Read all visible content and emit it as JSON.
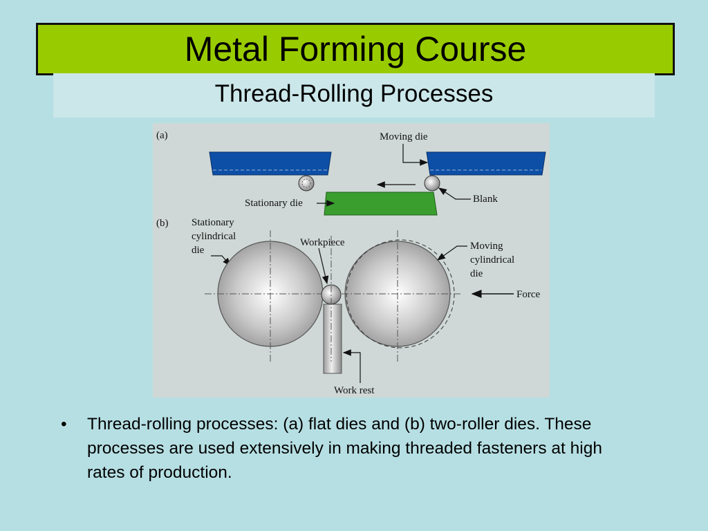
{
  "slide": {
    "title": "Metal Forming Course",
    "subtitle": "Thread-Rolling Processes"
  },
  "figure": {
    "part_a_label": "(a)",
    "part_b_label": "(b)",
    "labels": {
      "moving_die": "Moving die",
      "blank": "Blank",
      "stationary_die": "Stationary die",
      "stationary_cyl_1": "Stationary",
      "stationary_cyl_2": "cylindrical",
      "stationary_cyl_3": "die",
      "workpiece": "Workpiece",
      "moving_cyl_1": "Moving",
      "moving_cyl_2": "cylindrical",
      "moving_cyl_3": "die",
      "force": "Force",
      "work_rest": "Work rest"
    },
    "colors": {
      "flat_die_moving": "#0d4fa6",
      "flat_die_stationary": "#3a9e2f",
      "background": "#cfd8d6"
    }
  },
  "bullets": [
    {
      "marker": "•",
      "text": "Thread-rolling processes: (a) flat dies and (b) two-roller dies. These processes are used extensively in making threaded fasteners at high rates of production."
    }
  ]
}
